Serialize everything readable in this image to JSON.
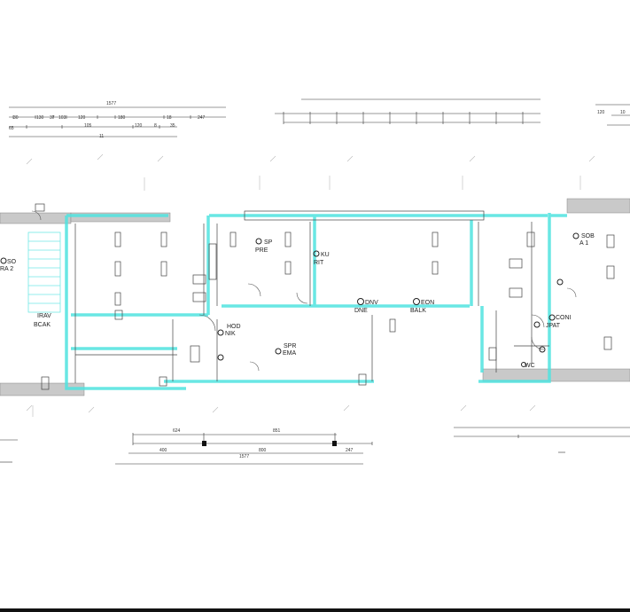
{
  "colors": {
    "wall": "#c9c9c9",
    "line": "#222222",
    "highlight": "#4fe3e0",
    "grid": "#bfbfbf"
  },
  "rooms": {
    "r1": {
      "a": "SO",
      "b": "RA 2"
    },
    "r2": {
      "a": "IRAV",
      "b": "BCAK"
    },
    "r3": {
      "a": "SP",
      "b": "PRE"
    },
    "r4": {
      "a": "KU",
      "b": "RIT"
    },
    "r5": {
      "a": "DNV",
      "b": "DNE"
    },
    "r6": {
      "a": "EON",
      "b": "BALK"
    },
    "r7": {
      "a": "HOD",
      "b": "NIK"
    },
    "r8": {
      "a": "SPR",
      "b": "EMA"
    },
    "r9": {
      "a": "SOB",
      "b": "A 1"
    },
    "r10": {
      "a": "JPAT",
      "b": "CONI"
    },
    "r11": {
      "a": "WC"
    }
  },
  "dims": {
    "t1": "1577",
    "t2a": "30",
    "t2b": "130",
    "t2c": "37",
    "t2d": "103",
    "t2e": "120",
    "t2f": "180",
    "t2g": "18",
    "t2h": "247",
    "t3a": "65",
    "t3b": "105",
    "t3c": "120",
    "t3d": "8",
    "t3e": "35",
    "t4": "11",
    "tr1": "120",
    "tr2": "10",
    "b1": "624",
    "b2": "851",
    "b3": "400",
    "b4": "800",
    "b5": "247",
    "b6": "1577"
  }
}
